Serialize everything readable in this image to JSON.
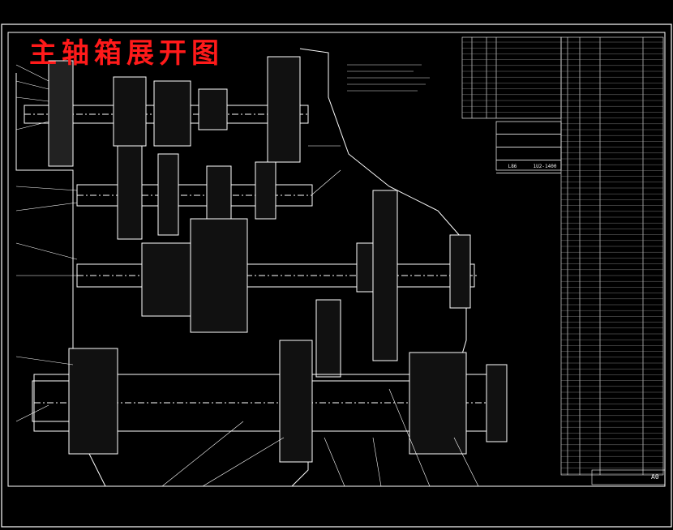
{
  "drawing": {
    "title": "主轴箱展开图",
    "sheet_size": "A0",
    "colors": {
      "background": "#000000",
      "lines": "#ffffff",
      "title": "#ff1a1a"
    },
    "spec_table": [
      {
        "col1": "",
        "col2": ""
      },
      {
        "col1": "",
        "col2": ""
      },
      {
        "col1": "",
        "col2": ""
      },
      {
        "col1": "L86",
        "col2": "1U2-1400"
      }
    ]
  }
}
